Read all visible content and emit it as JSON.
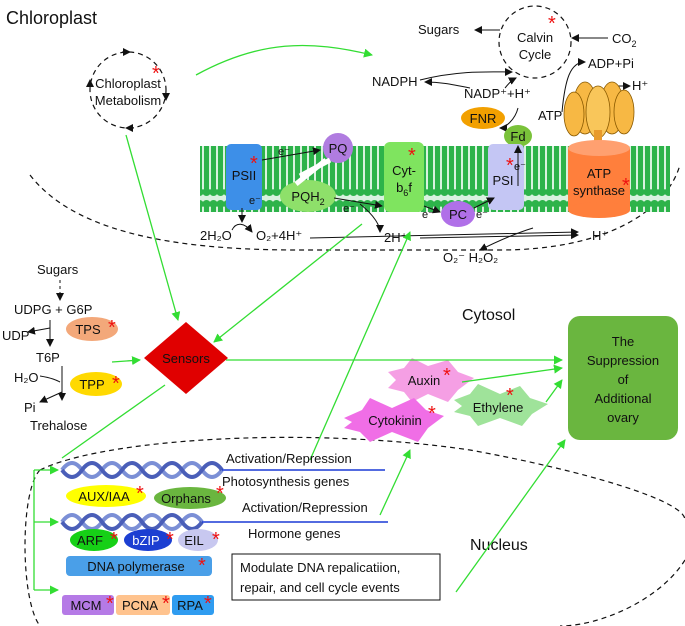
{
  "compartments": {
    "chloroplast": "Chloroplast",
    "cytosol": "Cytosol",
    "nucleus": "Nucleus"
  },
  "chloroplast_metabolism": [
    "Chloroplast",
    "Metabolism"
  ],
  "calvin_cycle": [
    "Calvin",
    "Cycle"
  ],
  "calvin_io": {
    "sugars": "Sugars",
    "co2": "CO",
    "co2_sub": "2"
  },
  "electron_carriers": {
    "nadph": "NADPH",
    "nadp_plus": "NADP⁺+H⁺",
    "adp_pi": "ADP+Pi",
    "atp": "ATP",
    "h_plus_top": "H⁺"
  },
  "thylakoid": {
    "psii": "PSII",
    "pq": "PQ",
    "pqh2": "PQH",
    "pqh2_sub": "2",
    "cytb6f_line1": "Cyt-",
    "cytb6f_line2": "b",
    "cytb6f_sub": "6",
    "cytb6f_end": "f",
    "psi": "PSI",
    "pc": "PC",
    "fnr": "FNR",
    "fd": "Fd",
    "atp_synthase": [
      "ATP",
      "synthase"
    ],
    "electron": "e⁻"
  },
  "lumen_reactions": {
    "water": "2H₂O",
    "oxygen": "O₂+4H⁺",
    "two_h": "2H⁺",
    "h_plus": "H⁺",
    "ros": "O₂⁻  H₂O₂"
  },
  "trehalose_pathway": {
    "sugars": "Sugars",
    "udpg_g6p": "UDPG + G6P",
    "udp": "UDP",
    "tps": "TPS",
    "t6p": "T6P",
    "h2o": "H₂O",
    "tpp": "TPP",
    "pi": "Pi",
    "trehalose": "Trehalose"
  },
  "sensors": "Sensors",
  "hormones": {
    "auxin": "Auxin",
    "cytokinin": "Cytokinin",
    "ethylene": "Ethylene"
  },
  "outcome": [
    "The",
    "Suppression",
    "of",
    "Additional",
    "ovary"
  ],
  "nuclear": {
    "act_rep_1": "Activation/Repression",
    "photosynthesis_genes": "Photosynthesis genes",
    "act_rep_2": "Activation/Repression",
    "hormone_genes": "Hormone genes",
    "aux_iaa": "AUX/IAA",
    "orphans": "Orphans",
    "arf": "ARF",
    "bzip": "bZIP",
    "eil": "EIL",
    "dna_polymerase": "DNA polymerase",
    "mcm": "MCM",
    "pcna": "PCNA",
    "rpa": "RPA",
    "modulate": [
      "Modulate DNA repalicatiion,",
      "repair, and cell cycle events"
    ]
  },
  "asterisk": "*",
  "colors": {
    "membrane_green": "#2db34a",
    "arrow_green": "#33dd33",
    "sensor_red": "#e00000",
    "outcome_green": "#6ab63f",
    "psii_blue": "#3d8fe8",
    "pq_purple": "#b07ce0",
    "pqh2_green": "#8ee06a",
    "cyt_green": "#7fe45f",
    "psi_lavender": "#c4c6f4",
    "pc_purple": "#b070e8",
    "fnr_orange": "#f2a000",
    "fd_green": "#7ac23a",
    "atp_orange": "#ff7f3c",
    "tps_salmon": "#f3a87a",
    "tpp_yellow": "#ffd900",
    "auxin_pink": "#f59fe4",
    "cytokinin_magenta": "#f06ee6",
    "ethylene_green": "#9fe39a",
    "star_red": "#ee1111",
    "yellow_tf": "#ffff00",
    "orphans_green": "#6ab63f",
    "arf_green": "#16d016",
    "bzip_blue": "#1c3fd2",
    "eil_lavender": "#c8c8f0",
    "dnapol_blue": "#4a9fe8",
    "mcm_purple": "#b57ae6",
    "pcna_peach": "#ffc38e",
    "rpa_blue": "#2f9cf0"
  }
}
